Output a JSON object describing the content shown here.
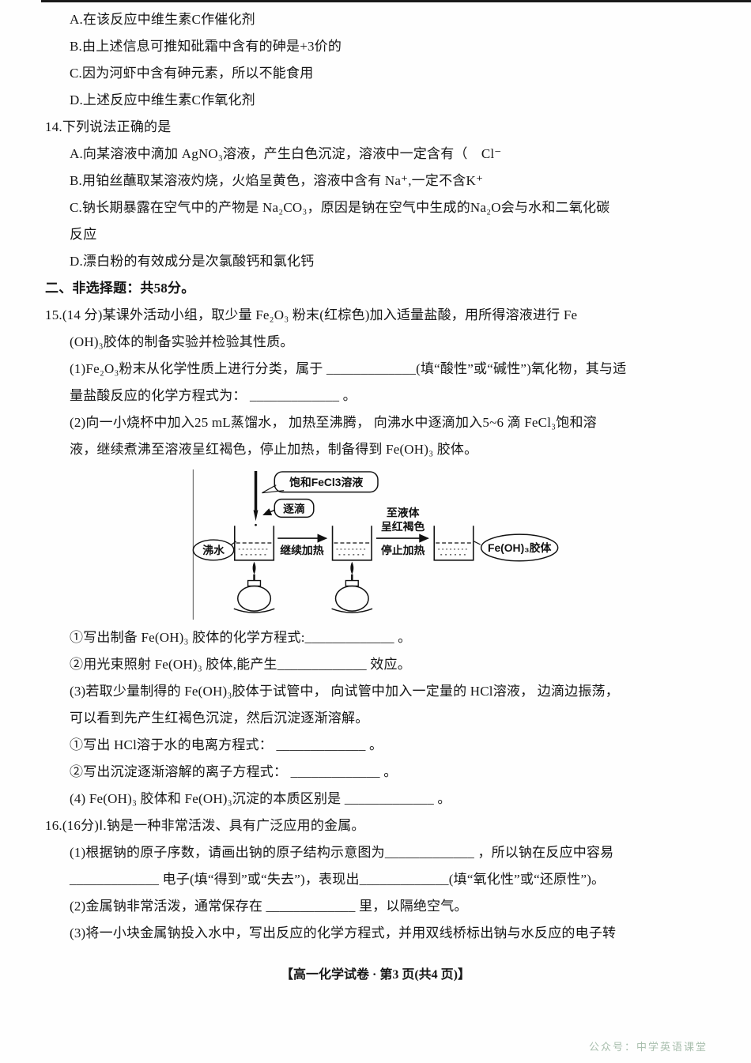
{
  "page": {
    "footer": "【高一化学试卷 · 第3 页(共4 页)】",
    "watermark": "公众号：中学英语课堂"
  },
  "q13": {
    "option_a": "A.在该反应中维生素C作催化剂",
    "option_b": "B.由上述信息可推知砒霜中含有的砷是+3价的",
    "option_c": "C.因为河虾中含有砷元素，所以不能食用",
    "option_d": "D.上述反应中维生素C作氧化剂"
  },
  "q14": {
    "stem": "14.下列说法正确的是",
    "option_a": "A.向某溶液中滴加 AgNO₃溶液，产生白色沉淀，溶液中一定含有（　Cl⁻",
    "option_b": "B.用铂丝蘸取某溶液灼烧，火焰呈黄色，溶液中含有 Na⁺,一定不含K⁺",
    "option_c_line1": "C.钠长期暴露在空气中的产物是 Na₂CO₃，原因是钠在空气中生成的Na₂O会与水和二氧化碳",
    "option_c_line2": "反应",
    "option_d": "D.漂白粉的有效成分是次氯酸钙和氯化钙"
  },
  "section2_header": "二、非选择题：共58分。",
  "q15": {
    "line1": "15.(14 分)某课外活动小组，取少量 Fe₂O₃ 粉末(红棕色)加入适量盐酸，用所得溶液进行 Fe",
    "line2": "(OH)₃胶体的制备实验并检验其性质。",
    "line3": "(1)Fe₂O₃粉末从化学性质上进行分类，属于 _____________(填“酸性”或“碱性”)氧化物，其与适",
    "line4": "量盐酸反应的化学方程式为： _____________ 。",
    "line5": "(2)向一小烧杯中加入25 mL蒸馏水， 加热至沸腾， 向沸水中逐滴加入5~6  滴 FeCl₃饱和溶",
    "line6": "液，继续煮沸至溶液呈红褐色，停止加热，制备得到 Fe(OH)₃  胶体。",
    "line7": "①写出制备 Fe(OH)₃ 胶体的化学方程式:_____________ 。",
    "line8": "②用光束照射 Fe(OH)₃ 胶体,能产生_____________ 效应。",
    "line9": "(3)若取少量制得的 Fe(OH)₃胶体于试管中， 向试管中加入一定量的 HCl溶液， 边滴边振荡，",
    "line10": "可以看到先产生红褐色沉淀，然后沉淀逐渐溶解。",
    "line11": "①写出 HCl溶于水的电离方程式： _____________ 。",
    "line12": "②写出沉淀逐渐溶解的离子方程式： _____________ 。",
    "line13": "(4) Fe(OH)₃ 胶体和 Fe(OH)₃沉淀的本质区别是 _____________ 。"
  },
  "q16": {
    "line1": "16.(16分)Ⅰ.钠是一种非常活泼、具有广泛应用的金属。",
    "line2": "(1)根据钠的原子序数，请画出钠的原子结构示意图为_____________ ，所以钠在反应中容易",
    "line3": "_____________ 电子(填“得到”或“失去”)，表现出_____________(填“氧化性”或“还原性”)。",
    "line4": "(2)金属钠非常活泼，通常保存在 _____________ 里，以隔绝空气。",
    "line5": "(3)将一小块金属钠投入水中，写出反应的化学方程式，并用双线桥标出钠与水反应的电子转"
  },
  "diagram": {
    "saturated_fecl3": "饱和FeCl3溶液",
    "dropwise": "逐滴",
    "boiling_water": "沸水",
    "continue_heating": "继续加热",
    "to_liquid": "至液体",
    "turns_red_brown": "呈红褐色",
    "stop_heating": "停止加热",
    "colloid": "Fe(OH)₃胶体"
  }
}
